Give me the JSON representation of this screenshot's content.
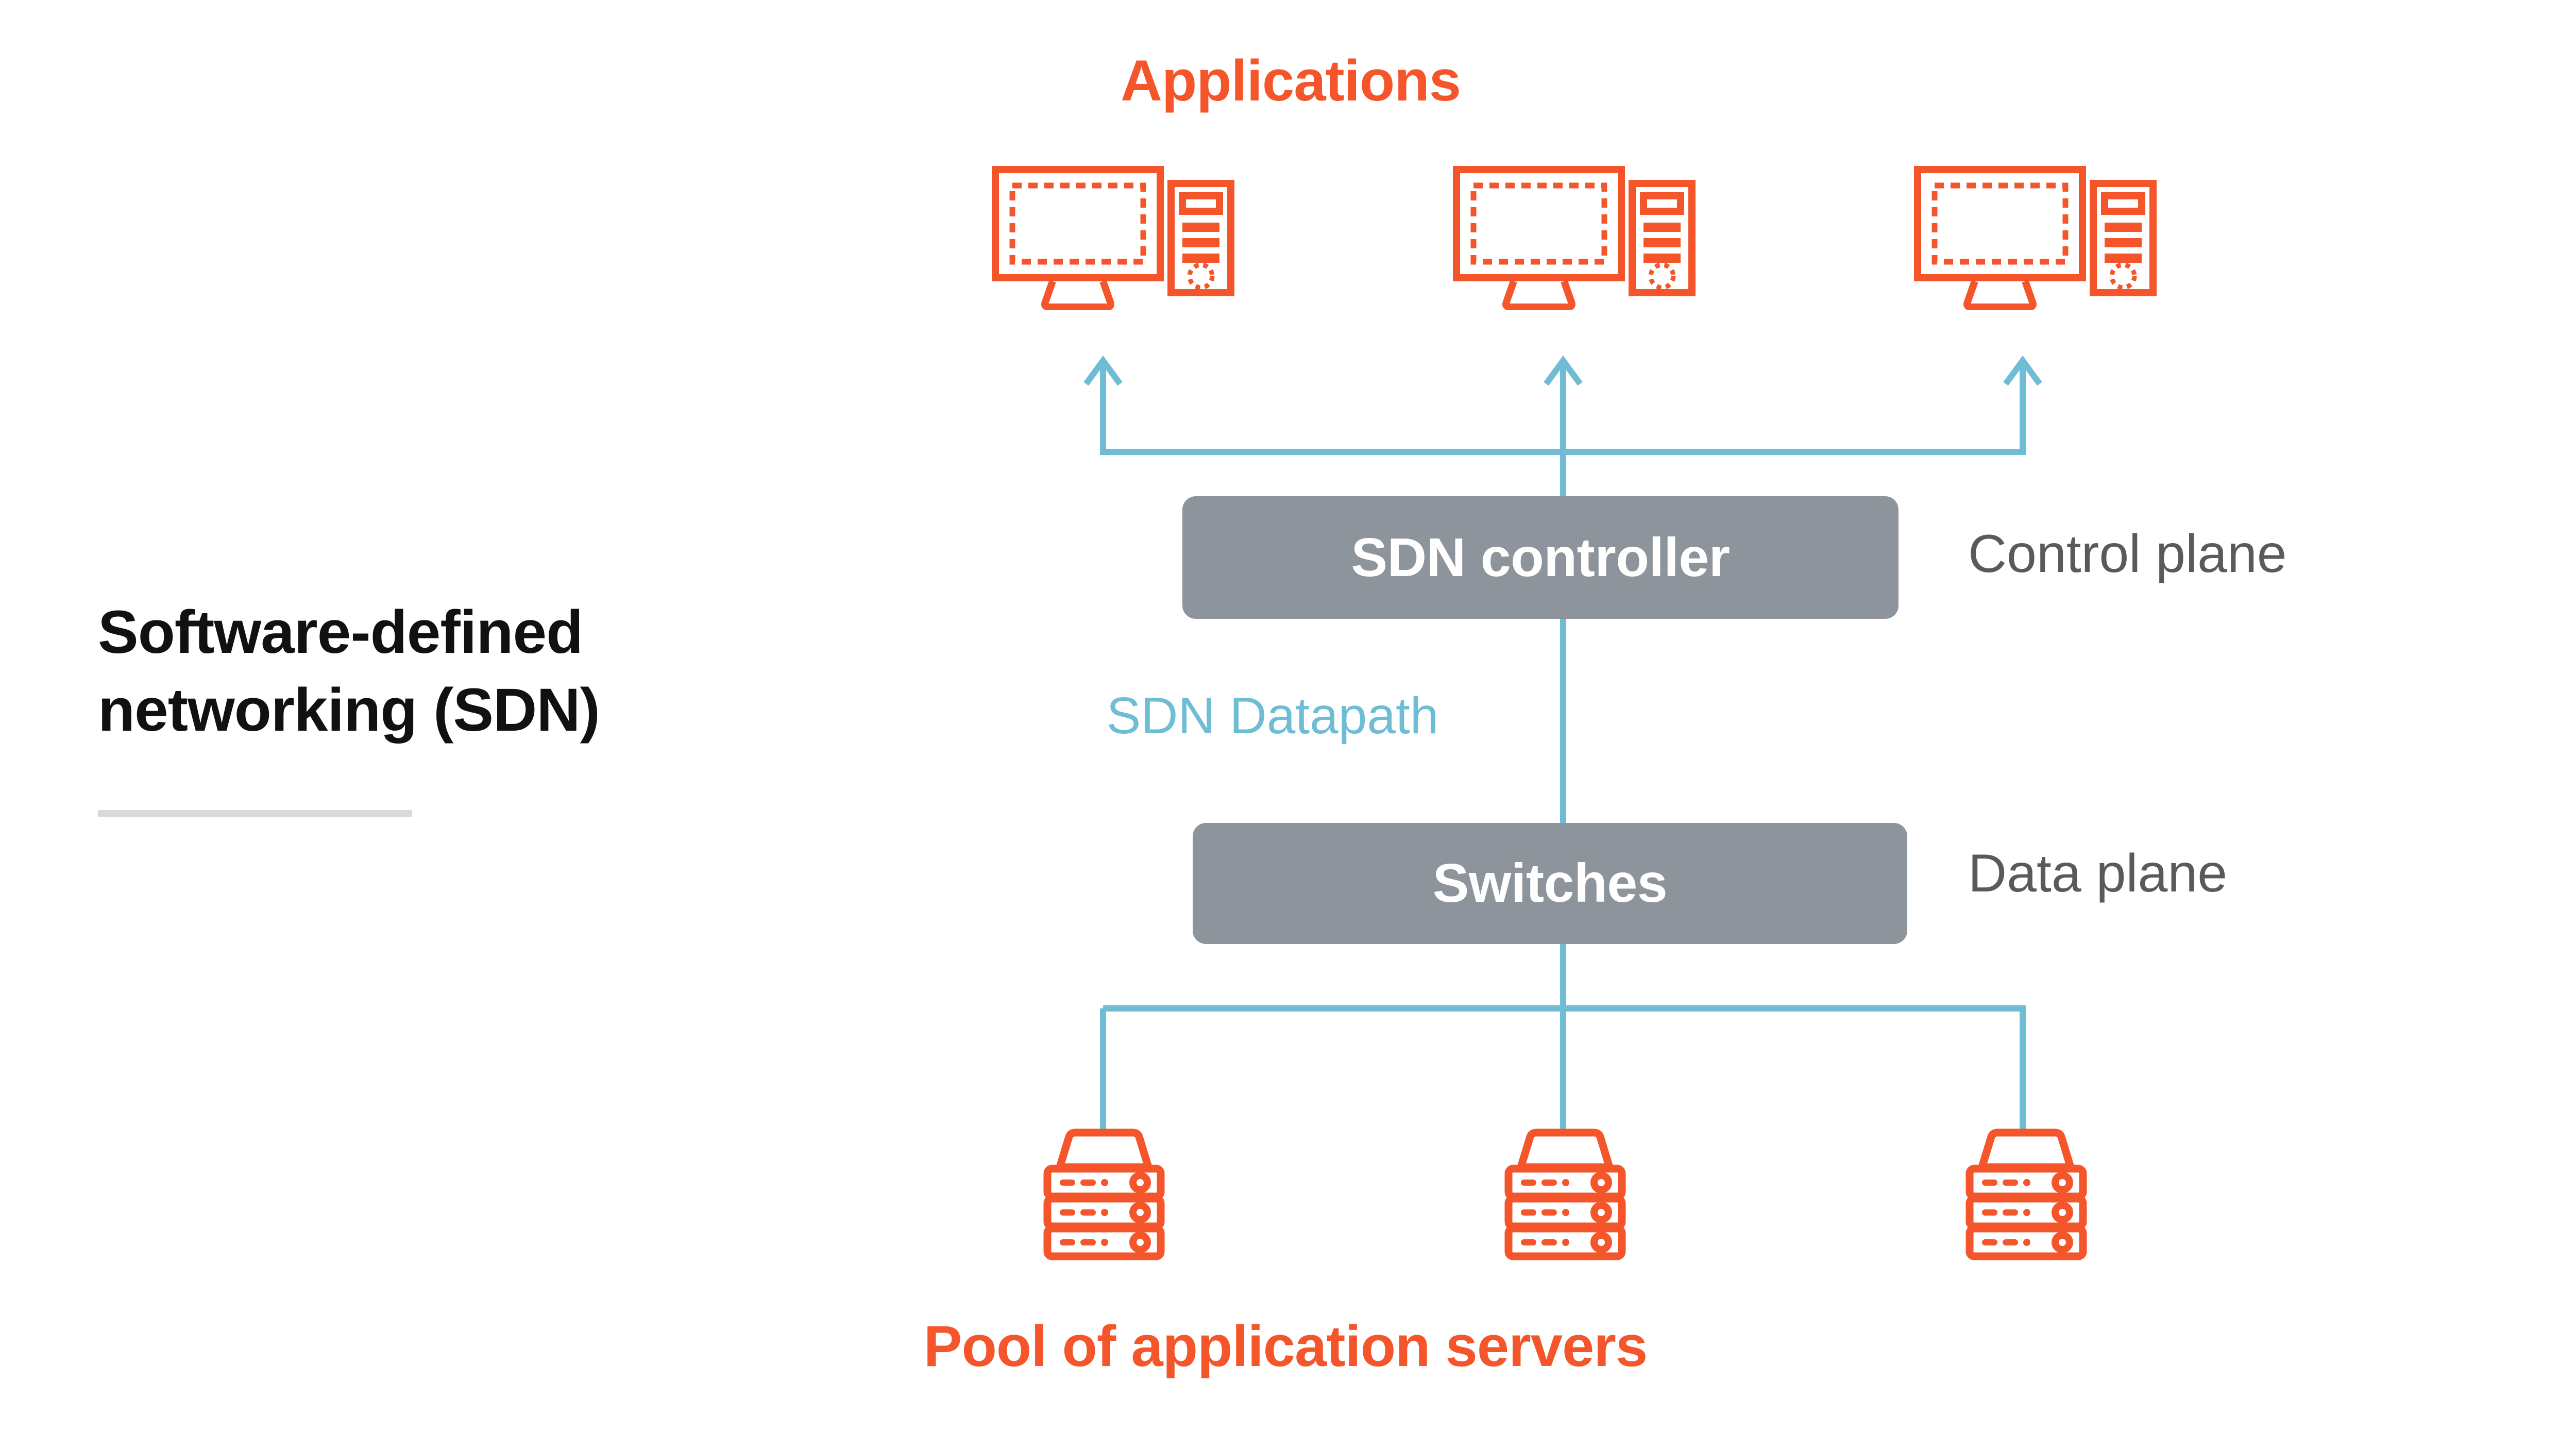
{
  "page": {
    "title": "Software-defined networking (SDN)",
    "title_line1": "Software-defined",
    "title_line2": "networking (SDN)"
  },
  "headings": {
    "applications": "Applications",
    "pool_of_servers": "Pool of application servers"
  },
  "boxes": {
    "controller": "SDN controller",
    "switches": "Switches"
  },
  "labels": {
    "control_plane": "Control plane",
    "data_plane": "Data plane",
    "datapath": "SDN Datapath"
  },
  "icons": {
    "computer": "desktop-computer-icon",
    "server": "server-rack-icon",
    "arrow_up": "arrow-up-icon"
  },
  "counts": {
    "applications": 3,
    "servers": 3
  },
  "colors": {
    "orange": "#f4552b",
    "teal": "#6fbdd4",
    "box_gray": "#8e949b",
    "label_gray": "#5a5a5a",
    "rule_gray": "#d9d9d9",
    "title_black": "#111111",
    "background": "#ffffff"
  }
}
